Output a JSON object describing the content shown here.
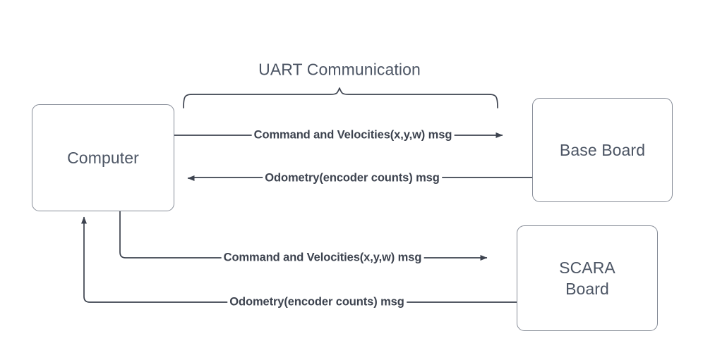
{
  "diagram": {
    "title": "",
    "group_label": "UART Communication",
    "colors": {
      "node_border": "#868c97",
      "node_fill": "#ffffff",
      "node_text": "#4c5564",
      "edge_line": "#3d434f",
      "edge_text": "#3d434f",
      "background": "#ffffff"
    },
    "nodes": [
      {
        "id": "computer",
        "label": "Computer",
        "lines": [
          "Computer"
        ]
      },
      {
        "id": "base-board",
        "label": "Base Board",
        "lines": [
          "Base Board"
        ]
      },
      {
        "id": "scara-board",
        "label": "SCARA Board",
        "lines": [
          "SCARA",
          "Board"
        ]
      }
    ],
    "edges": [
      {
        "id": "computer-to-base",
        "label": "Command and Velocities(x,y,w) msg",
        "from": "computer",
        "to": "base-board",
        "direction": "right"
      },
      {
        "id": "base-to-computer",
        "label": "Odometry(encoder counts) msg",
        "from": "base-board",
        "to": "computer",
        "direction": "left"
      },
      {
        "id": "computer-to-scara",
        "label": "Command and Velocities(x,y,w) msg",
        "from": "computer",
        "to": "scara-board",
        "direction": "right"
      },
      {
        "id": "scara-to-computer",
        "label": "Odometry(encoder counts) msg",
        "from": "scara-board",
        "to": "computer",
        "direction": "left"
      }
    ]
  }
}
